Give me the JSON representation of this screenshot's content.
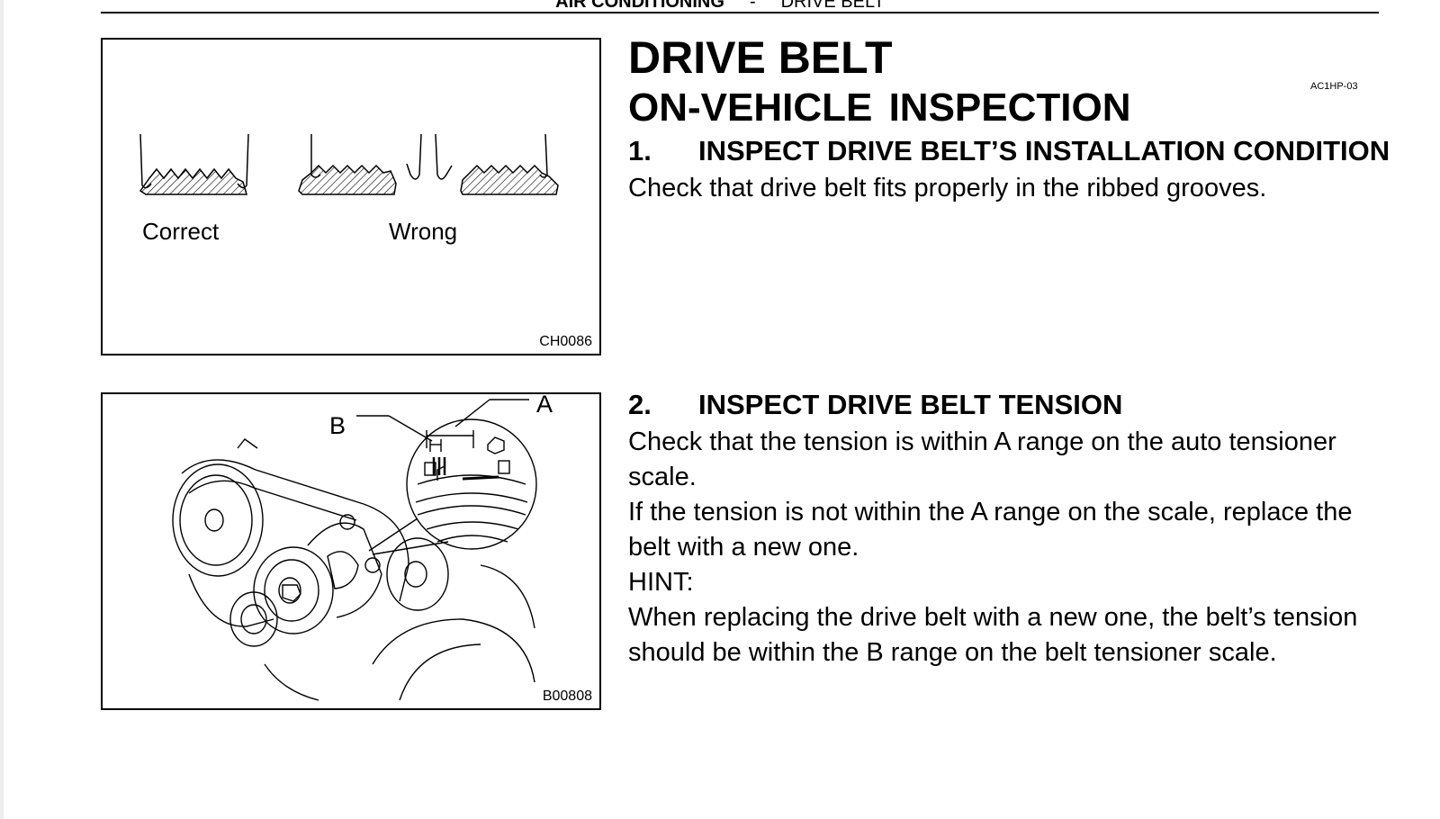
{
  "header": {
    "section": "AIR CONDITIONING",
    "separator": "-",
    "subsection": "DRIVE BELT"
  },
  "title": "DRIVE BELT",
  "subtitle": "ON-VEHICLE  INSPECTION",
  "doc_id": "AC1HP-03",
  "figure1": {
    "label_correct": "Correct",
    "label_wrong": "Wrong",
    "code": "CH0086"
  },
  "figure2": {
    "label_a": "A",
    "label_b": "B",
    "code": "B00808"
  },
  "step1": {
    "number": "1.",
    "heading": "INSPECT DRIVE BELT’S INSTALLATION CONDITION",
    "text": "Check that drive belt fits properly in the ribbed grooves."
  },
  "step2": {
    "number": "2.",
    "heading": "INSPECT DRIVE BELT TENSION",
    "text1": "Check that the tension is within A range on the auto tensioner scale.",
    "text2": "If the tension is not within the A range on the scale, replace the belt with a new one.",
    "hint_label": "HINT:",
    "hint_text": "When replacing the drive belt with a new one, the belt’s tension should be within the B range on the belt tensioner scale."
  }
}
